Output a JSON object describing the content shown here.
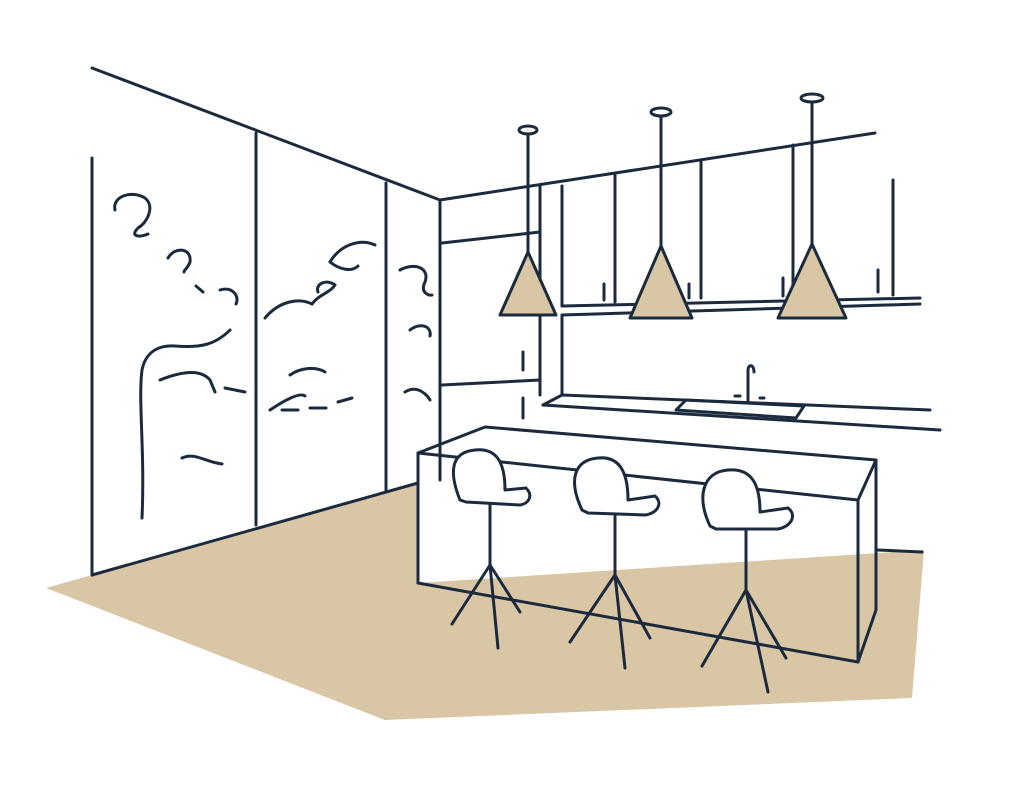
{
  "illustration": {
    "subject": "kitchen-interior-line-drawing",
    "colors": {
      "line": "#1c2a3e",
      "accent": "#d8c6a5",
      "background": "#ffffff"
    },
    "pendant_lights": 3,
    "bar_stools": 3
  }
}
